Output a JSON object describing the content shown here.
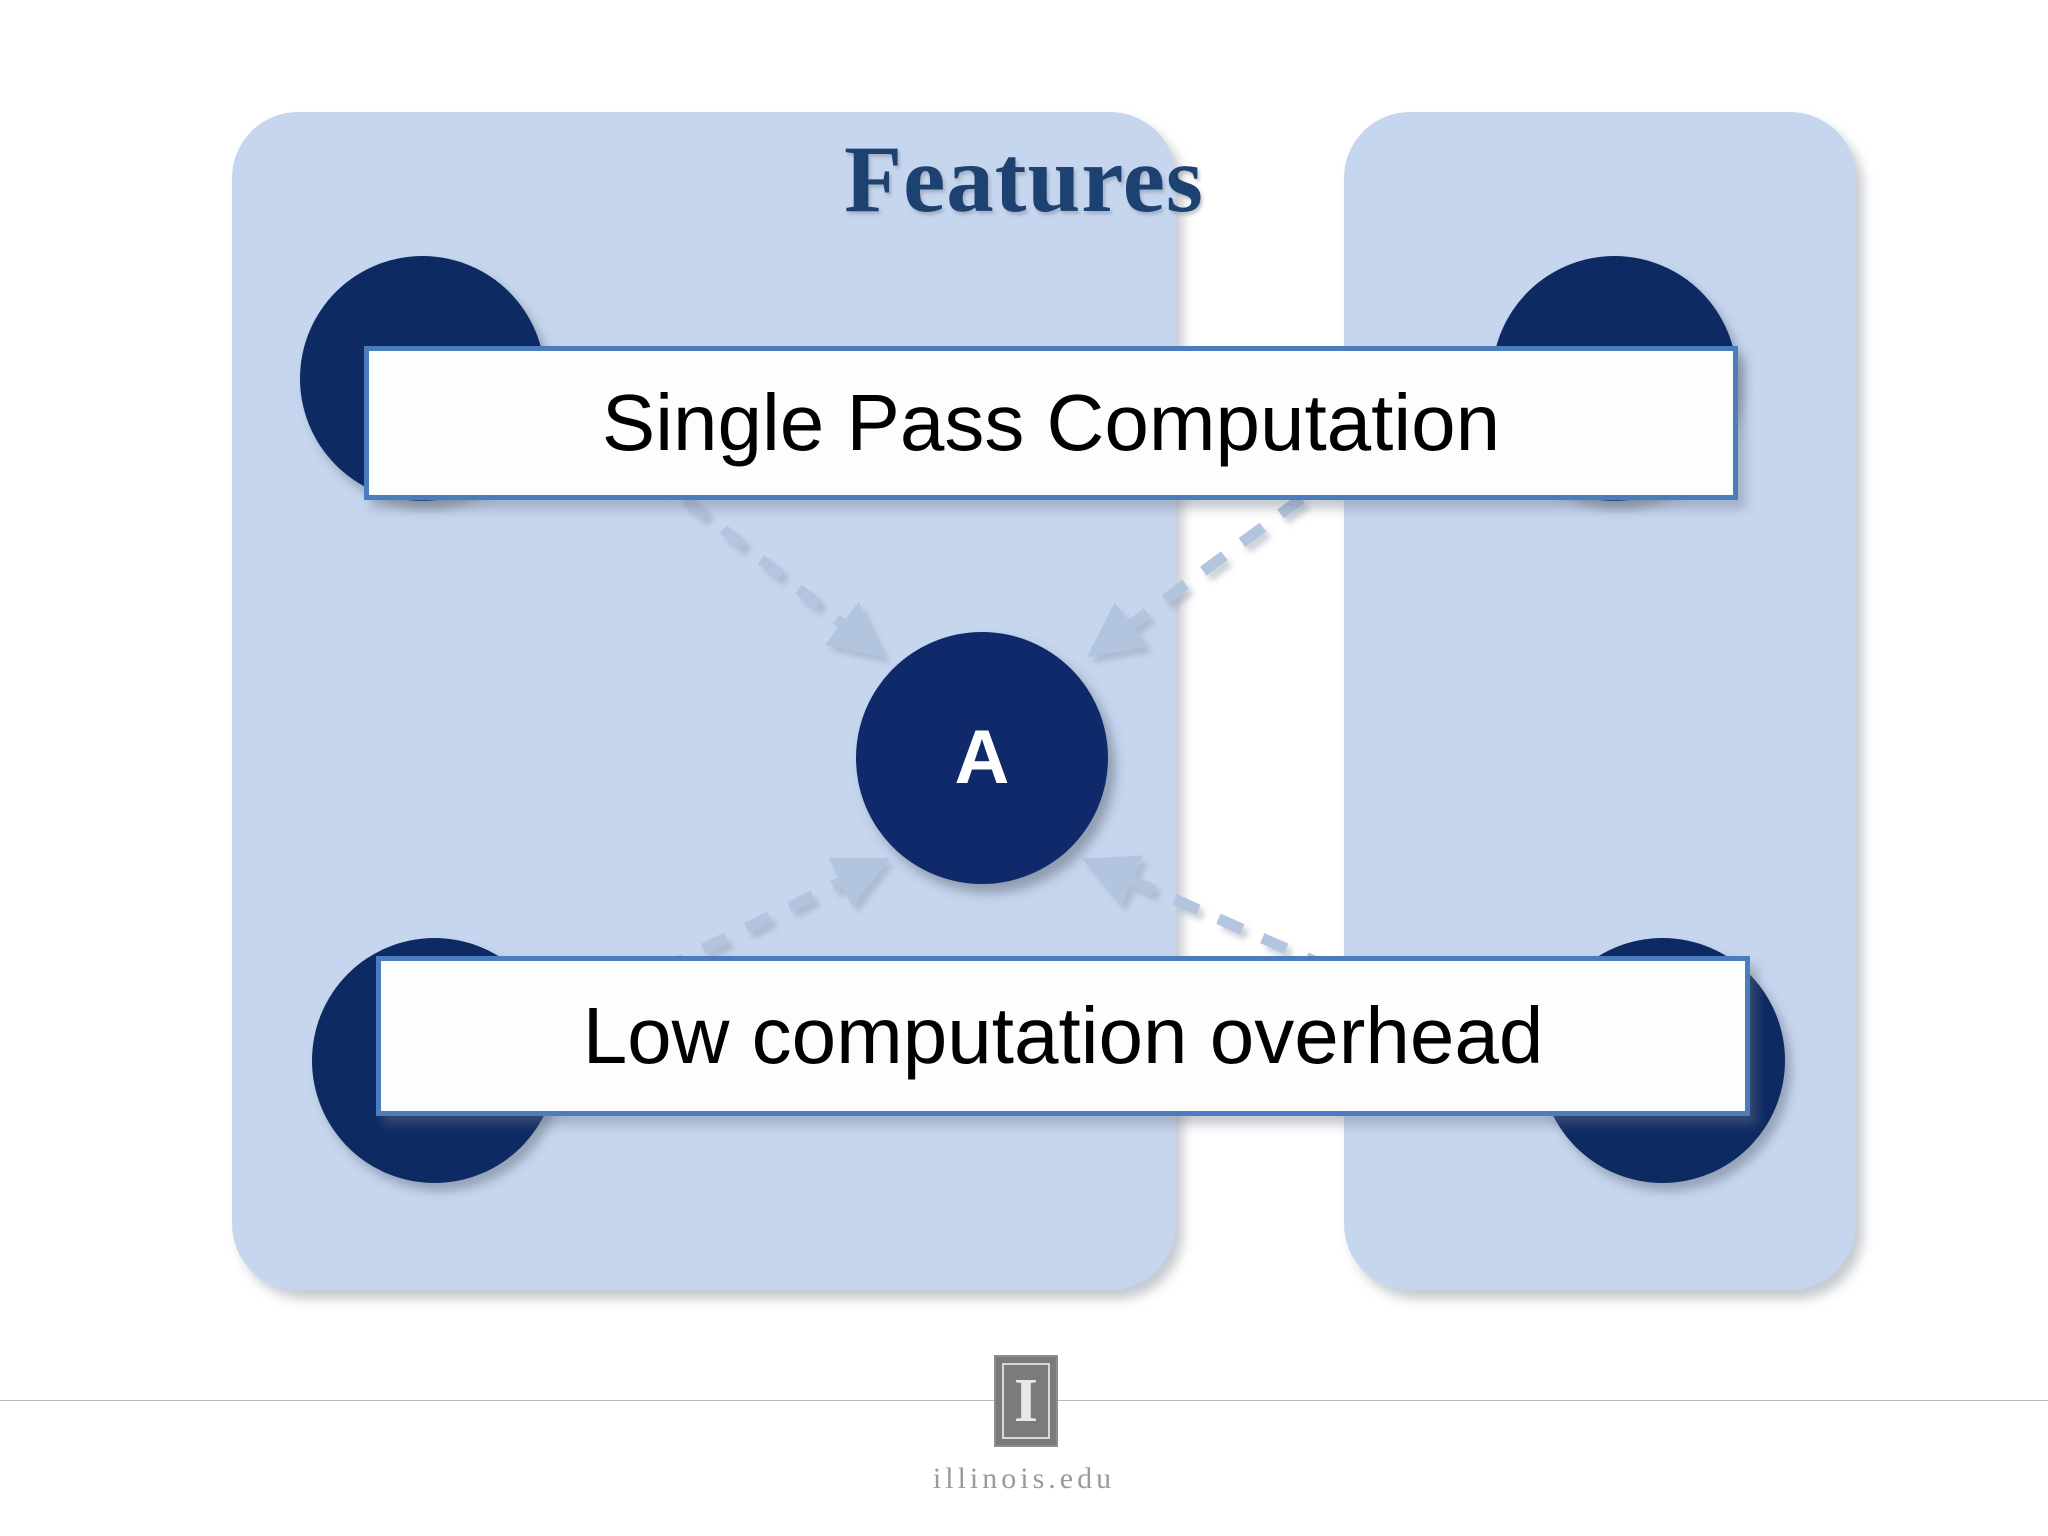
{
  "slide": {
    "title": "Features",
    "title_color": "#1d4272",
    "background_color": "#ffffff",
    "panel_color": "#c6d6ef",
    "node_color": "#0d2a63",
    "banner_border_color": "#4a7cbe",
    "banner_fill_color": "#fdfdfd",
    "connector_color": "#b9c9e2"
  },
  "diagram": {
    "center_node": {
      "label": "A",
      "label_color": "#ffffff",
      "fill": "#10296a"
    },
    "corner_nodes": [
      {
        "name": "top-left",
        "label": ""
      },
      {
        "name": "top-right",
        "label": ""
      },
      {
        "name": "bottom-left",
        "label": ""
      },
      {
        "name": "bottom-right",
        "label": ""
      }
    ],
    "banners": [
      {
        "name": "top",
        "text": "Single Pass Computation"
      },
      {
        "name": "bottom",
        "text": "Low computation overhead"
      }
    ],
    "connectors": [
      {
        "from": "top-left",
        "to": "center",
        "style": "dashed-arrow"
      },
      {
        "from": "top-right",
        "to": "center",
        "style": "dashed-arrow"
      },
      {
        "from": "bottom-left",
        "to": "center",
        "style": "dashed-arrow"
      },
      {
        "from": "bottom-right",
        "to": "center",
        "style": "dashed-arrow"
      }
    ]
  },
  "footer": {
    "logo_glyph": "I",
    "logo_name": "illinois-block-i-logo",
    "url": "illinois.edu"
  }
}
